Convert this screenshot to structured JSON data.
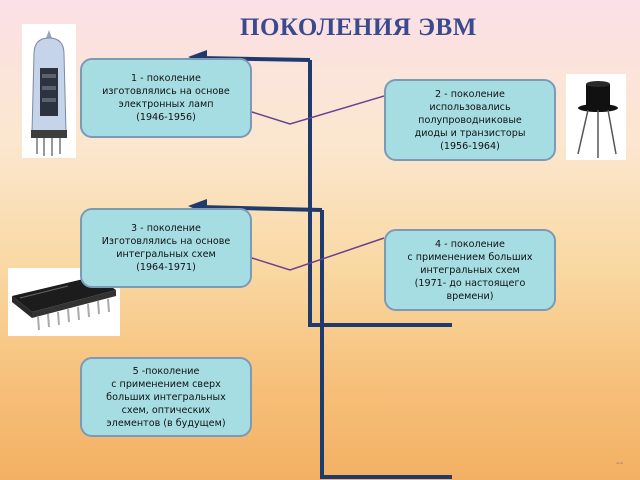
{
  "title": "ПОКОЛЕНИЯ ЭВМ",
  "generations": [
    {
      "lines": [
        "1 - поколение",
        "изготовлялись на основе",
        "электронных ламп",
        "(1946-1956)"
      ],
      "picture": "vacuum-tube"
    },
    {
      "lines": [
        "2 - поколение",
        "использовались",
        "полупроводниковые",
        "диоды и транзисторы",
        "(1956-1964)"
      ],
      "picture": "transistor"
    },
    {
      "lines": [
        "3 - поколение",
        "Изготовлялись на основе",
        "интегральных схем",
        "(1964-1971)"
      ],
      "picture": "integrated-circuit-chip"
    },
    {
      "lines": [
        "4 - поколение",
        "с применением больших",
        "интегральных схем",
        "(1971- до настоящего",
        "времени)"
      ]
    },
    {
      "lines": [
        "5 -поколение",
        "с применением сверх",
        "больших интегральных",
        "схем, оптических",
        "элементов (в будущем)"
      ]
    }
  ],
  "footer_mark": "--",
  "colors": {
    "title": "#3a4a8e",
    "box_fill": "#a6dde3",
    "box_border": "#7c99b6",
    "arrow": "#1f3b6e"
  }
}
